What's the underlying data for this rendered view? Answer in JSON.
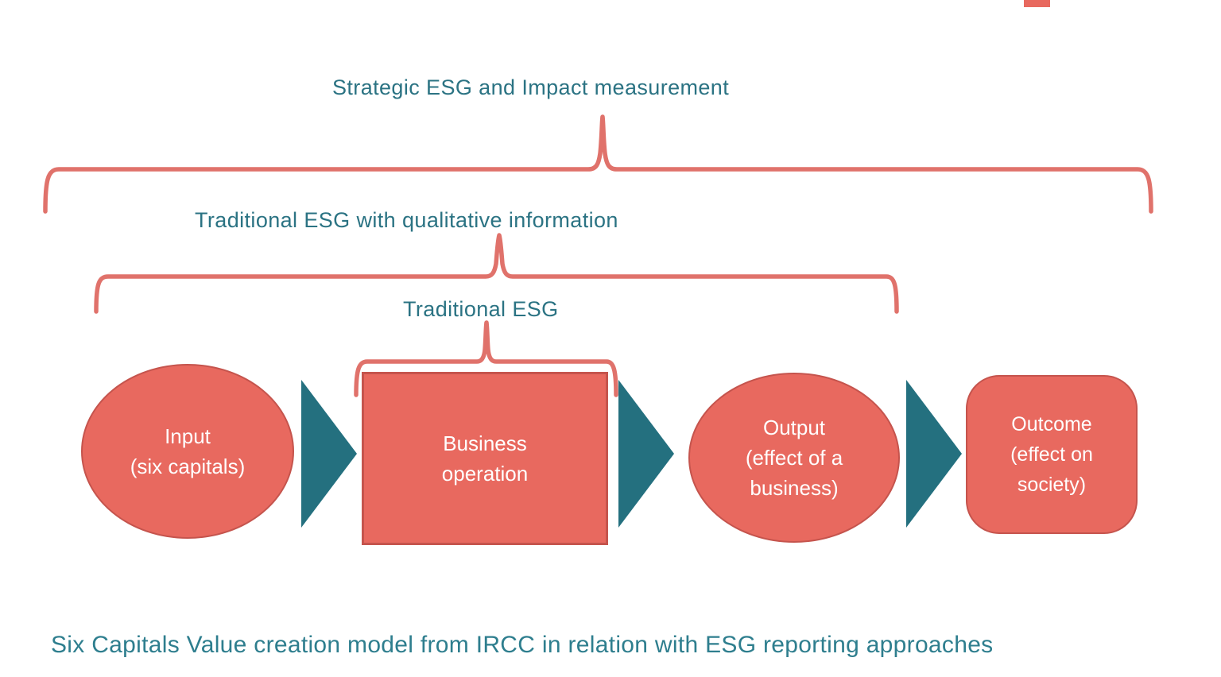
{
  "colors": {
    "salmon_fill": "#e8695f",
    "salmon_border": "#c5544d",
    "brace_stroke": "#e0726b",
    "arrow_teal": "#24707f",
    "label_teal": "#2b7383",
    "caption_teal": "#2e7e8e",
    "shape_text": "#ffffff"
  },
  "headers": {
    "strategic": "Strategic ESG and Impact measurement",
    "traditional_qualitative": "Traditional ESG with qualitative information",
    "traditional": "Traditional ESG"
  },
  "flow": {
    "steps": [
      {
        "shape": "ellipse",
        "lines": [
          "Input",
          "(six capitals)"
        ]
      },
      {
        "shape": "rectangle",
        "lines": [
          "Business",
          "operation"
        ]
      },
      {
        "shape": "ellipse",
        "lines": [
          "Output",
          "(effect of a",
          "business)"
        ]
      },
      {
        "shape": "rounded-rectangle",
        "lines": [
          "Outcome",
          "(effect on",
          "society)"
        ]
      }
    ],
    "arrow_icon": "right-arrow"
  },
  "caption": "Six Capitals Value creation model from IRCC in relation with ESG reporting approaches"
}
